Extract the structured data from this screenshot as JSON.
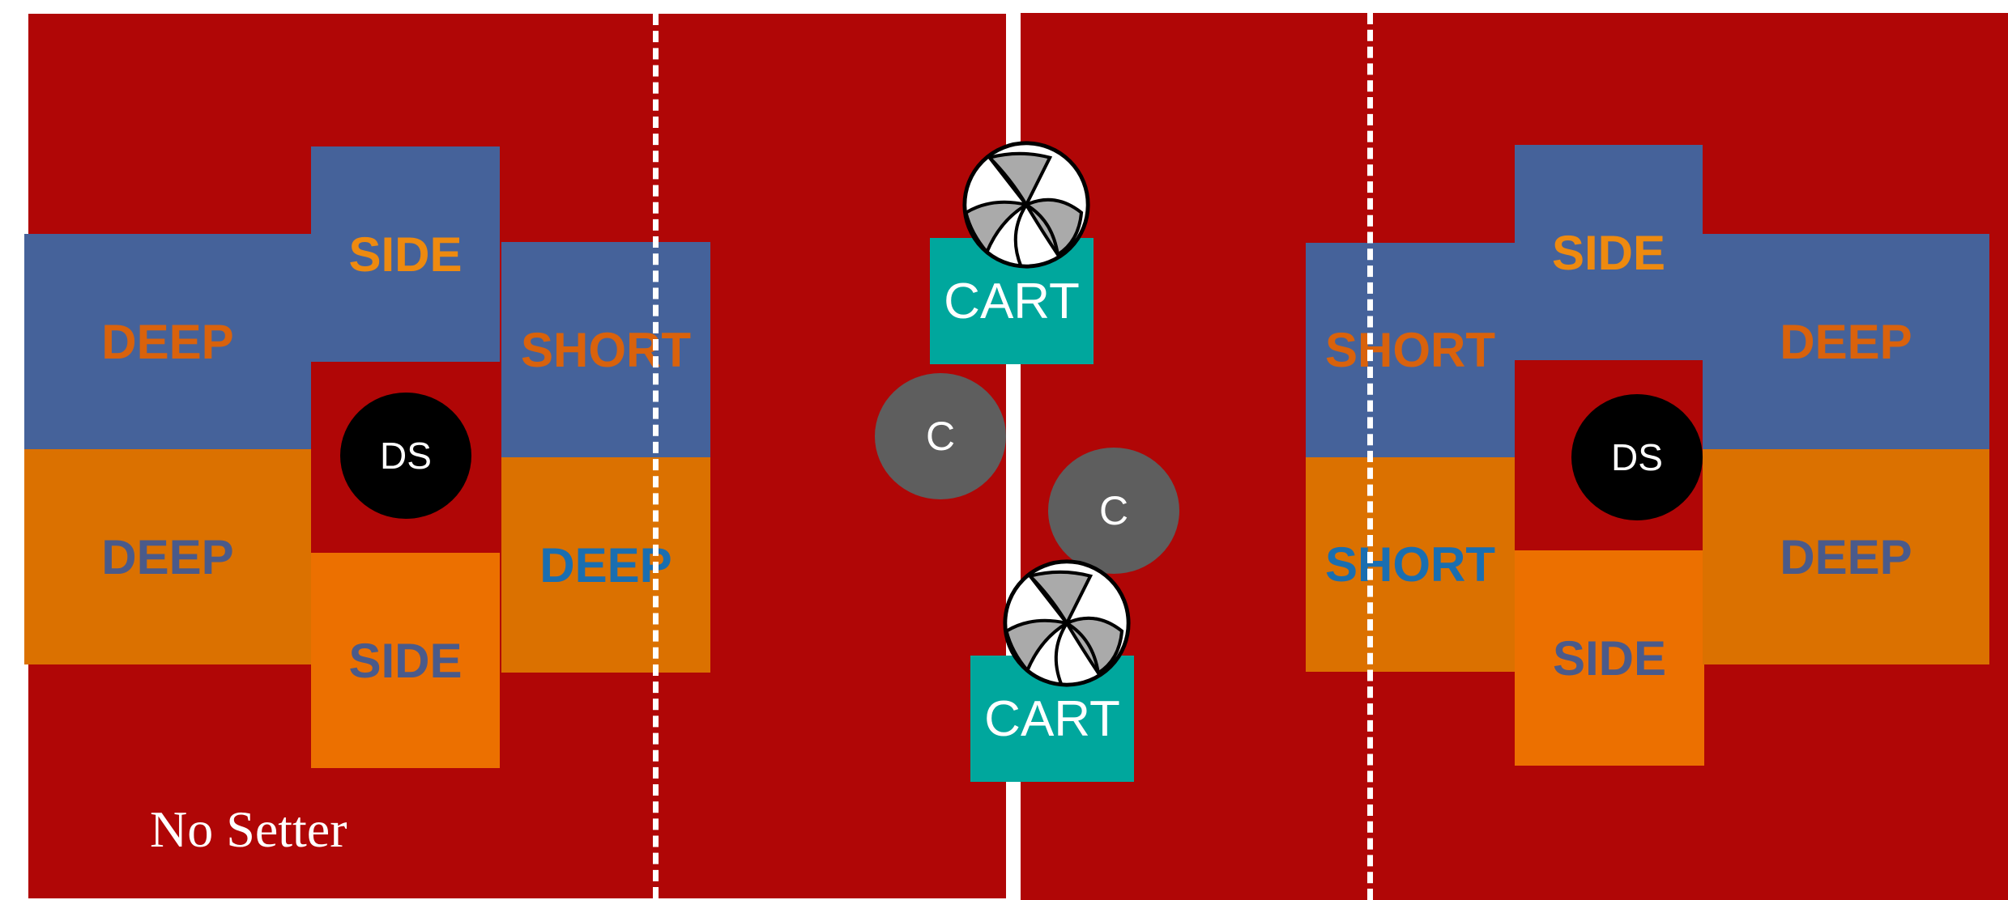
{
  "colors": {
    "court": "#b00606",
    "zone_blue": "#45629a",
    "zone_orange": "#db7100",
    "zone_bright_orange": "#ec7000",
    "cart": "#00a79d",
    "coach": "#5e5e5e",
    "defensive_specialist": "#000000",
    "text_orange": "#ee8a0f",
    "text_blue": "#1a6eb0",
    "text_slate": "#4a5a8a",
    "text_burnt": "#d9620c"
  },
  "left": {
    "deep_top": "DEEP",
    "deep_bottom": "DEEP",
    "side_top": "SIDE",
    "side_bottom": "SIDE",
    "short": "SHORT",
    "deep_right": "DEEP",
    "ds": "DS"
  },
  "right": {
    "short_top": "SHORT",
    "short_bottom": "SHORT",
    "side_top": "SIDE",
    "side_bottom": "SIDE",
    "deep_top": "DEEP",
    "deep_bottom": "DEEP",
    "ds": "DS"
  },
  "center": {
    "cart_top": "CART",
    "cart_bottom": "CART",
    "coach_left": "C",
    "coach_right": "C"
  },
  "caption": "No Setter",
  "icons": [
    "volleyball-icon"
  ]
}
